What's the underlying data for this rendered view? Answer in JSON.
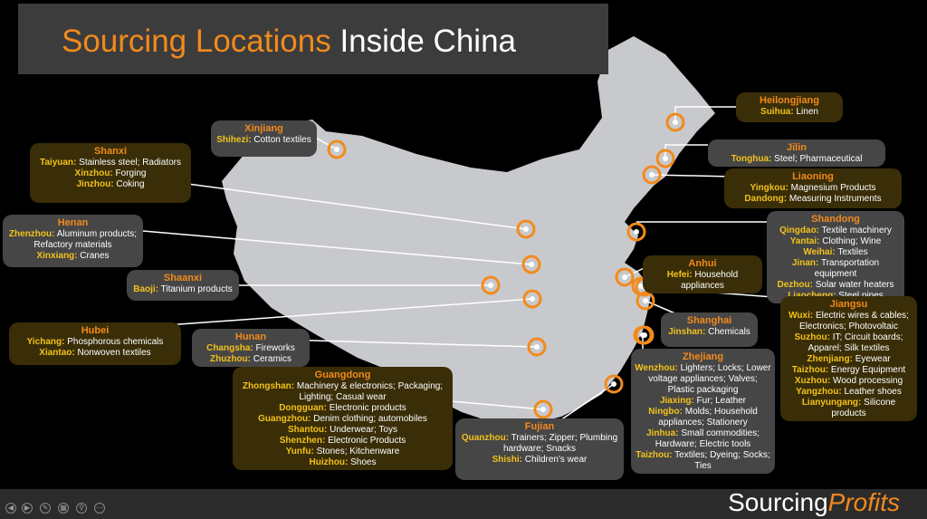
{
  "title": {
    "part1": "Sourcing Locations",
    "part2": "Inside China"
  },
  "logo": {
    "part1": "Sourcing",
    "part2": "Profits"
  },
  "accent_color": "#f28a1c",
  "city_color": "#f2c21b",
  "map_color": "#c8c9cc",
  "controls": [
    "prev-icon",
    "next-icon",
    "pen-icon",
    "slides-icon",
    "zoom-icon",
    "more-icon"
  ],
  "regions": [
    {
      "name": "Xinjiang",
      "items": [
        {
          "city": "Shihezi:",
          "desc": "Cotton textiles"
        }
      ]
    },
    {
      "name": "Shanxi",
      "items": [
        {
          "city": "Taiyuan:",
          "desc": "Stainless steel; Radiators"
        },
        {
          "city": "Xinzhou:",
          "desc": "Forging"
        },
        {
          "city": "Jinzhou:",
          "desc": "Coking"
        }
      ]
    },
    {
      "name": "Henan",
      "items": [
        {
          "city": "Zhenzhou:",
          "desc": "Aluminum products; Refactory materials"
        },
        {
          "city": "Xinxiang:",
          "desc": "Cranes"
        }
      ]
    },
    {
      "name": "Shaanxi",
      "items": [
        {
          "city": "Baoji:",
          "desc": "Titanium products"
        }
      ]
    },
    {
      "name": "Hubei",
      "items": [
        {
          "city": "Yichang:",
          "desc": "Phosphorous chemicals"
        },
        {
          "city": "Xiantao:",
          "desc": "Nonwoven textiles"
        }
      ]
    },
    {
      "name": "Hunan",
      "items": [
        {
          "city": "Changsha:",
          "desc": "Fireworks"
        },
        {
          "city": "Zhuzhou:",
          "desc": "Ceramics"
        }
      ]
    },
    {
      "name": "Guangdong",
      "items": [
        {
          "city": "Zhongshan:",
          "desc": "Machinery & electronics; Packaging; Lighting; Casual wear"
        },
        {
          "city": "Dongguan:",
          "desc": "Electronic products"
        },
        {
          "city": "Guangzhou:",
          "desc": "Denim clothing; automobiles"
        },
        {
          "city": "Shantou:",
          "desc": "Underwear; Toys"
        },
        {
          "city": "Shenzhen:",
          "desc": "Electronic Products"
        },
        {
          "city": "Yunfu:",
          "desc": "Stones; Kitchenware"
        },
        {
          "city": "Huizhou:",
          "desc": "Shoes"
        }
      ]
    },
    {
      "name": "Fujian",
      "items": [
        {
          "city": "Quanzhou:",
          "desc": "Trainers; Zipper; Plumbing hardware; Snacks"
        },
        {
          "city": "Shishi:",
          "desc": "Children's wear"
        }
      ]
    },
    {
      "name": "Heilongjiang",
      "items": [
        {
          "city": "Suihua:",
          "desc": "Linen"
        }
      ]
    },
    {
      "name": "Jilin",
      "items": [
        {
          "city": "Tonghua:",
          "desc": "Steel; Pharmaceutical"
        }
      ]
    },
    {
      "name": "Liaoning",
      "items": [
        {
          "city": "Yingkou:",
          "desc": "Magnesium Products"
        },
        {
          "city": "Dandong:",
          "desc": "Measuring Instruments"
        }
      ]
    },
    {
      "name": "Shandong",
      "items": [
        {
          "city": "Qingdao:",
          "desc": "Textile machinery"
        },
        {
          "city": "Yantai:",
          "desc": "Clothing; Wine"
        },
        {
          "city": "Weihai:",
          "desc": "Textiles"
        },
        {
          "city": "Jinan:",
          "desc": "Transportation equipment"
        },
        {
          "city": "Dezhou:",
          "desc": "Solar water heaters"
        },
        {
          "city": "Liaocheng:",
          "desc": "Steel pipes"
        }
      ]
    },
    {
      "name": "Anhui",
      "items": [
        {
          "city": "Hefei:",
          "desc": "Household appliances"
        }
      ]
    },
    {
      "name": "Jiangsu",
      "items": [
        {
          "city": "Wuxi:",
          "desc": "Electric wires & cables; Electronics; Photovoltaic"
        },
        {
          "city": "Suzhou:",
          "desc": "IT; Circuit boards; Apparel; Silk textiles"
        },
        {
          "city": "Zhenjiang:",
          "desc": "Eyewear"
        },
        {
          "city": "Taizhou:",
          "desc": "Energy Equipment"
        },
        {
          "city": "Xuzhou:",
          "desc": "Wood processing"
        },
        {
          "city": "Yangzhou:",
          "desc": "Leather shoes"
        },
        {
          "city": "Lianyungang:",
          "desc": "Silicone products"
        }
      ]
    },
    {
      "name": "Shanghai",
      "items": [
        {
          "city": "Jinshan:",
          "desc": "Chemicals"
        }
      ]
    },
    {
      "name": "Zhejiang",
      "items": [
        {
          "city": "Wenzhou:",
          "desc": "Lighters; Locks; Lower voltage appliances; Valves; Plastic packaging"
        },
        {
          "city": "Jiaxing:",
          "desc": "Fur; Leather"
        },
        {
          "city": "Ningbo:",
          "desc": "Molds; Household appliances; Stationery"
        },
        {
          "city": "Jinhua:",
          "desc": "Small commodities; Hardware; Electric tools"
        },
        {
          "city": "Taizhou:",
          "desc": "Textiles; Dyeing; Socks; Ties"
        }
      ]
    }
  ]
}
